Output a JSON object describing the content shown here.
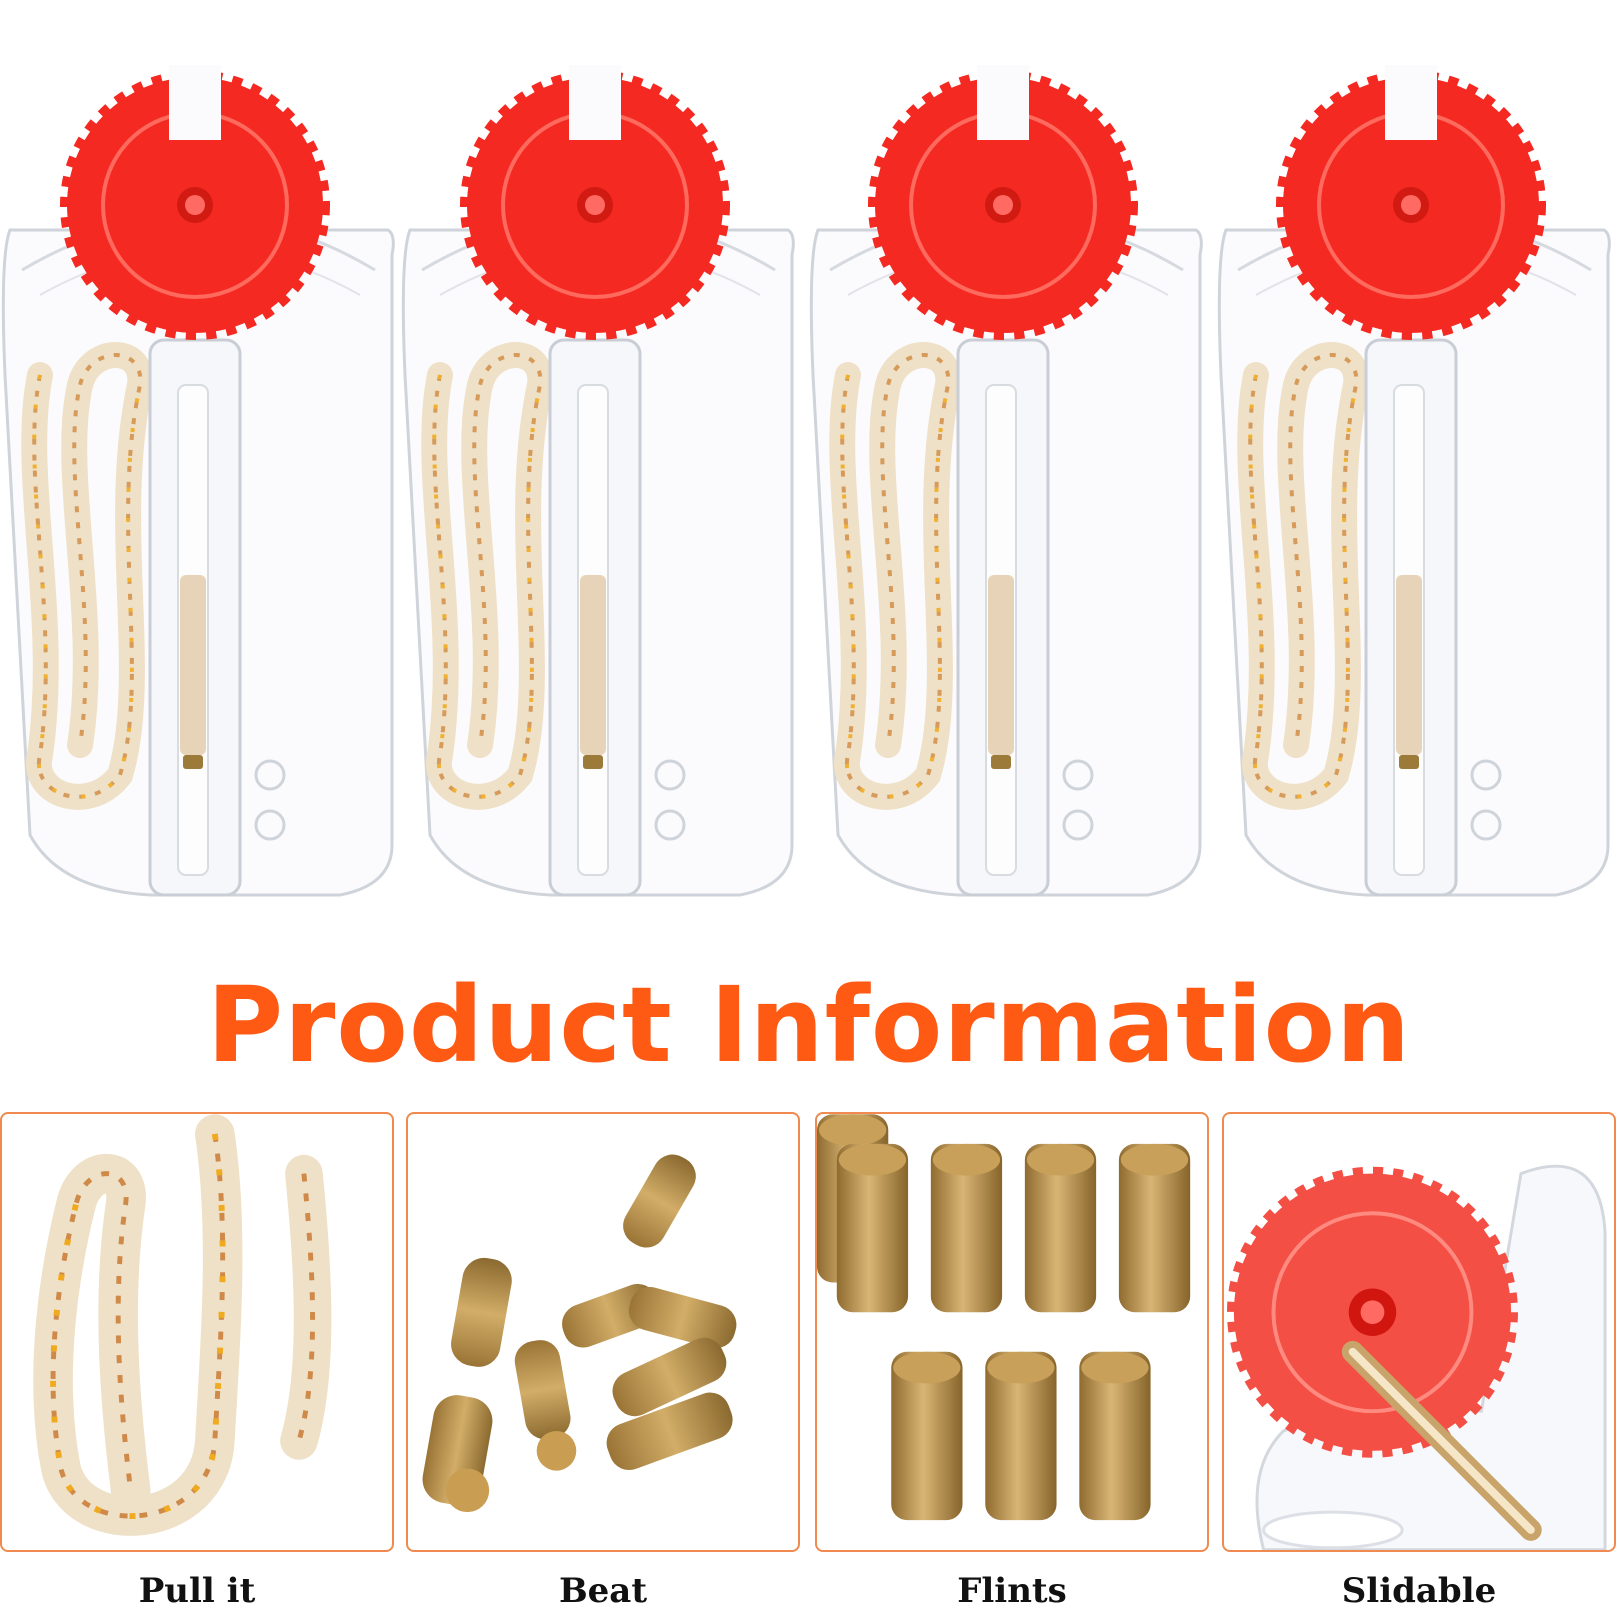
{
  "heading": {
    "text": "Product Information",
    "color": "#ff5a14"
  },
  "panels": [
    {
      "caption": "Pull it",
      "icon": "wick-icon"
    },
    {
      "caption": "Beat",
      "icon": "flint-pile-icon"
    },
    {
      "caption": "Flints",
      "icon": "flint-grid-icon"
    },
    {
      "caption": "Slidable",
      "icon": "slidable-wheel-icon"
    }
  ],
  "colors": {
    "wheel": "#f42a22",
    "flint": "#c29a55",
    "wick_cotton": "#f1e4cd",
    "wick_accent": "#e7a935",
    "panel_border": "#f08a50"
  }
}
